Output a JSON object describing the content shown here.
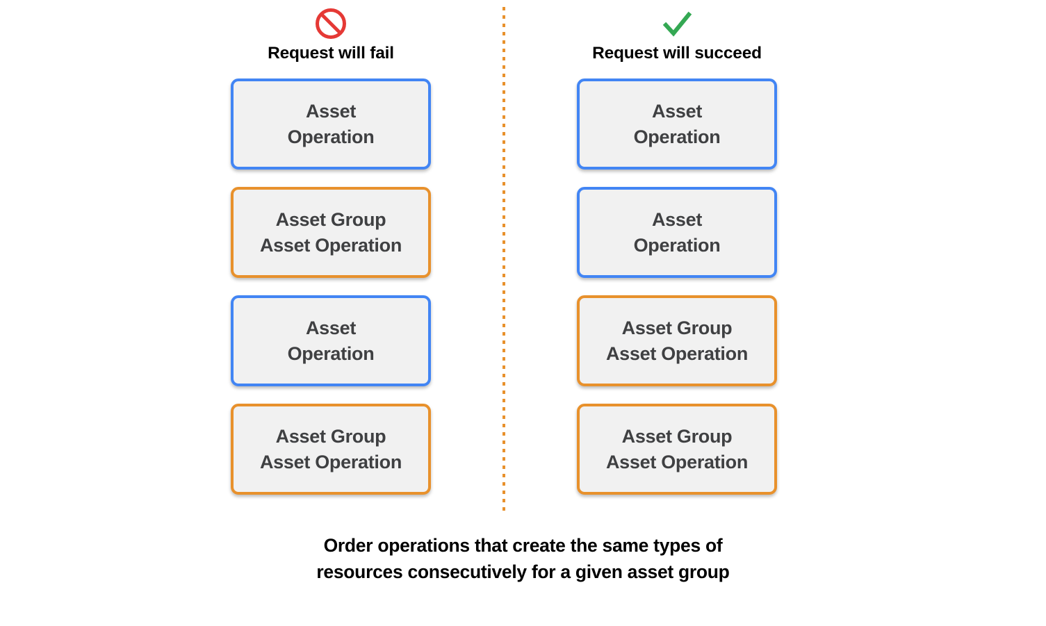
{
  "diagram": {
    "colors": {
      "blue_border": "#4285F4",
      "orange_border": "#E8912C",
      "box_fill": "#F1F1F1",
      "box_text": "#3F4042",
      "fail_icon": "#E53935",
      "succeed_icon": "#34A853",
      "divider": "#E8912C",
      "background": "#FFFFFF"
    },
    "columns": [
      {
        "id": "fail",
        "icon": "no-entry-icon",
        "label": "Request will fail",
        "boxes": [
          {
            "type": "asset-operation",
            "color": "blue",
            "text": "Asset\nOperation"
          },
          {
            "type": "asset-group-operation",
            "color": "orange",
            "text": "Asset Group\nAsset Operation"
          },
          {
            "type": "asset-operation",
            "color": "blue",
            "text": "Asset\nOperation"
          },
          {
            "type": "asset-group-operation",
            "color": "orange",
            "text": "Asset Group\nAsset Operation"
          }
        ]
      },
      {
        "id": "succeed",
        "icon": "checkmark-icon",
        "label": "Request will succeed",
        "boxes": [
          {
            "type": "asset-operation",
            "color": "blue",
            "text": "Asset\nOperation"
          },
          {
            "type": "asset-operation",
            "color": "blue",
            "text": "Asset\nOperation"
          },
          {
            "type": "asset-group-operation",
            "color": "orange",
            "text": "Asset Group\nAsset Operation"
          },
          {
            "type": "asset-group-operation",
            "color": "orange",
            "text": "Asset Group\nAsset Operation"
          }
        ]
      }
    ],
    "caption": {
      "line1": "Order operations that create the same types of",
      "line2": "resources consecutively for a given asset group"
    }
  }
}
